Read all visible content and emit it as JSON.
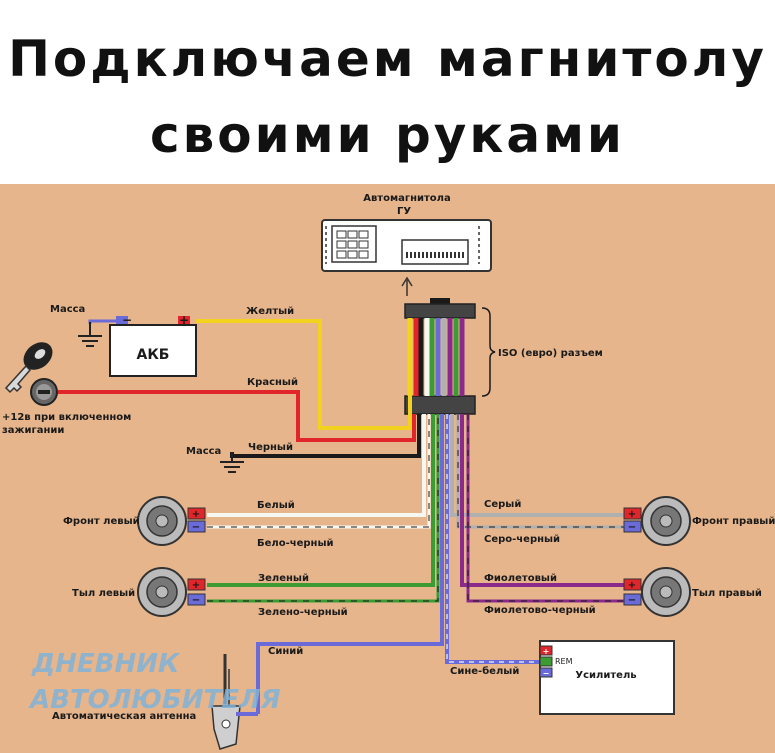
{
  "title": {
    "line1": "Подключаем магнитолу",
    "line2": "своими руками"
  },
  "head_unit": {
    "name": "Автомагнитола",
    "abbr": "ГУ"
  },
  "connector": {
    "label": "ISO (евро) разъем"
  },
  "battery": {
    "label": "АКБ",
    "minus": "−",
    "plus": "+"
  },
  "ground_labels": [
    "Масса",
    "Масса"
  ],
  "ignition": {
    "label_line1": "+12в при включенном",
    "label_line2": "зажигании"
  },
  "wires": {
    "yellow": "Желтый",
    "red": "Красный",
    "black": "Черный",
    "white": "Белый",
    "white_black": "Бело-черный",
    "green": "Зеленый",
    "green_black": "Зелено-черный",
    "blue": "Синий",
    "gray": "Серый",
    "gray_black": "Серо-черный",
    "violet": "Фиолетовый",
    "violet_black": "Фиолетово-черный",
    "blue_white": "Сине-белый"
  },
  "speakers": {
    "front_left": "Фронт левый",
    "rear_left": "Тыл левый",
    "front_right": "Фронт правый",
    "rear_right": "Тыл правый",
    "plus": "+",
    "minus": "−"
  },
  "amplifier": {
    "label": "Усилитель",
    "rem": "REM",
    "plus": "+",
    "minus": "−"
  },
  "antenna": {
    "label": "Автоматическая антенна"
  },
  "watermark": {
    "line1": "ДНЕВНИК",
    "line2": "АВТОЛЮБИТЕЛЯ"
  },
  "colors": {
    "board": "#e6b58c",
    "yellow": "#f2d21e",
    "red": "#e0262a",
    "black": "#1a1a1a",
    "white": "#f7f7f2",
    "green": "#3c9b32",
    "blue": "#6a6ad8",
    "gray": "#b0b0b0",
    "violet": "#8c2a8c",
    "watermark": "#7fb2d8"
  }
}
